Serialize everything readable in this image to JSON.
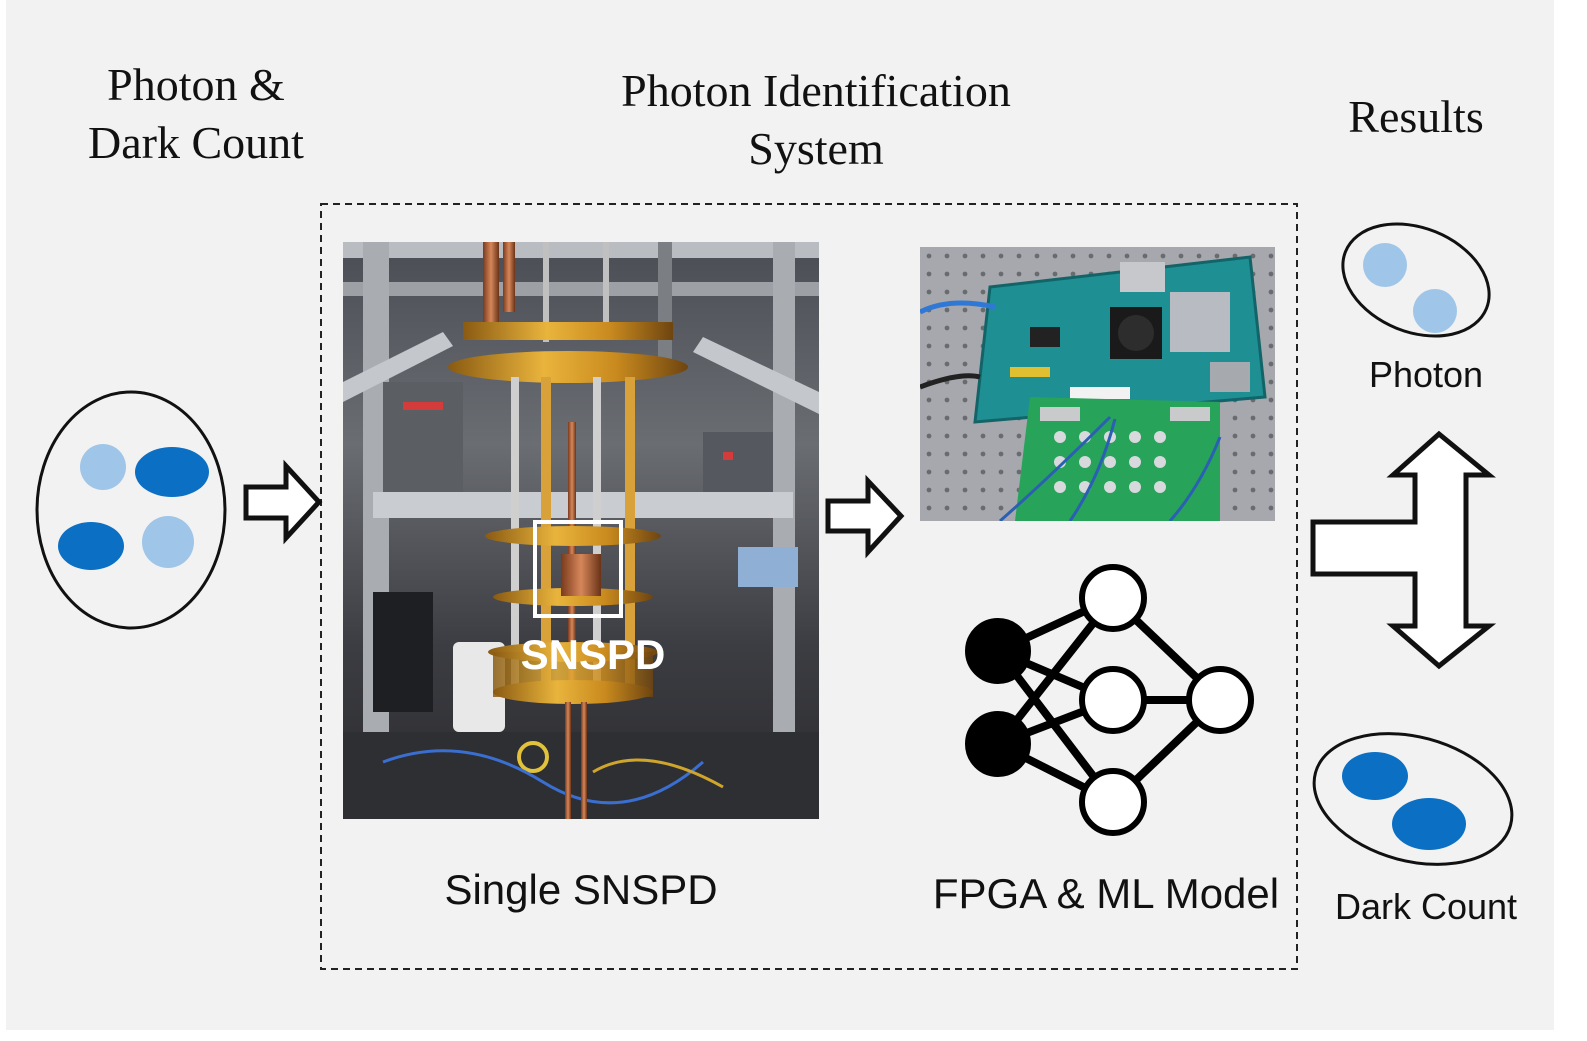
{
  "headings": {
    "input_line1": "Photon &",
    "input_line2": "Dark Count",
    "system_line1": "Photon Identification",
    "system_line2": "System",
    "results": "Results"
  },
  "captions": {
    "snspd_tag": "SNSPD",
    "single_snspd": "Single SNSPD",
    "fpga_ml": "FPGA & ML Model",
    "photon": "Photon",
    "dark_count": "Dark Count"
  },
  "colors": {
    "photon_dot": "#9fc5e8",
    "dark_count_dot": "#0b6fc4",
    "background": "#f2f2f2",
    "outline": "#111111"
  },
  "icons": [
    "arrow-right-icon",
    "double-arrow-icon",
    "neural-network-icon"
  ]
}
